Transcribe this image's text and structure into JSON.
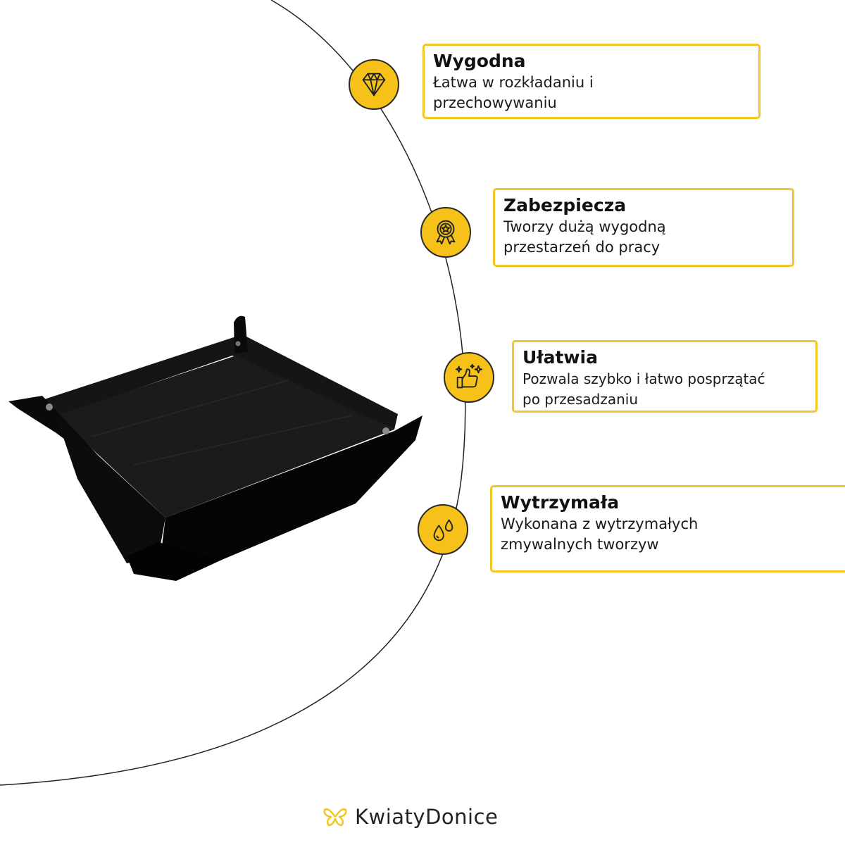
{
  "features": [
    {
      "icon": "diamond-icon",
      "title": "Wygodna",
      "desc_line1": "Łatwa w rozkładaniu i",
      "desc_line2": "przechowywaniu"
    },
    {
      "icon": "award-badge-icon",
      "title": "Zabezpiecza",
      "desc_line1": "Tworzy dużą wygodną",
      "desc_line2": "przestarzeń do pracy"
    },
    {
      "icon": "thumbs-up-sparkle-icon",
      "title": "Ułatwia",
      "desc_line1": "Pozwala szybko i łatwo posprzątać",
      "desc_line2": "po przesadzaniu"
    },
    {
      "icon": "water-drops-icon",
      "title": "Wytrzymała",
      "desc_line1": "Wykonana z wytrzymałych",
      "desc_line2": "zmywalnych tworzyw"
    }
  ],
  "brand": {
    "name": "KwiatyDonice",
    "logo_icon": "butterfly-logo-icon"
  },
  "colors": {
    "accent": "#f6c21a",
    "card_border": "#f3c623",
    "line": "#222222",
    "product": "#0b0b0b"
  }
}
